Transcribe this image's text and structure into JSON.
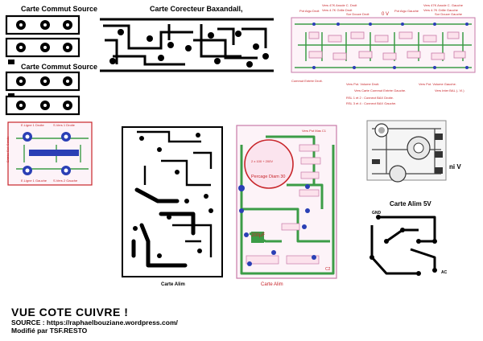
{
  "boards": {
    "commut_source": "Carte Commut Source",
    "correcteur": "Carte Corecteur Baxandall,",
    "alim_left": "Carte Alim",
    "alim_mid": "Carte Alim",
    "alim_5v": "Carte Alim  5V"
  },
  "pcb_labels": {
    "pot_aigu_droit": "Pot Aigu Droit",
    "vers_47k_droit": "Vers 47K Anode C. Droit",
    "vers_47k_grille": "Vers 4.7K Grille Droit",
    "sortie_droit": "Sor Douce Droit",
    "pot_aigu_gauche": "Pot Aigu Gauche",
    "vers_47k_gauche": "Vers 47K Anode C. Gauche",
    "vers_47k_grille_g": "Vers 4.7K Grille Gauche",
    "sortie_gauche": "Sor Douce Gauche",
    "v_label": "0 V",
    "vers_pot_droit": "Vers Pot. Volume Droit.",
    "vers_pot_gauche": "Vers Pot. Volume Gauche.",
    "commut_droit": "Commut Entrée Droit.",
    "vers_commut": "Vers Carte Commut Entrée Gauche.",
    "vers_bal": "Vers Inter BAL (- Vl.)",
    "rsl1": "RSL 1 et 2 : Connect BAX Droite.",
    "rsl3": "RSL 3 et 4 : Connect BAX Gauche.",
    "entree1": "E.Ligne 1 Droite",
    "entree2": "S.Vers 1 Droite",
    "entree3": "E.Ligne 1 Gauche",
    "entree4": "S.Vers 2 Gauche",
    "pot_sel": "Entrée Sel. Sonde",
    "perc": "Percage Diam 30",
    "transfo": "2 x 100 + 200V",
    "c200": "200µF",
    "c2": "C2",
    "mid_top": "Vers Pot Mas C1",
    "ni": "ni V",
    "gnd": "GND",
    "ac": "AC"
  },
  "footer": {
    "title": "VUE COTE CUIVRE !",
    "source": "SOURCE : https://raphaelbouziane.wordpress.com/",
    "modif": "Modifié par TSF.RESTO"
  },
  "colors": {
    "copper_black": "#000000",
    "component_green": "#3c9c47",
    "label_red": "#c8252a",
    "outline_pink": "#c77aa8",
    "pad_blue": "#2a3fb5"
  }
}
